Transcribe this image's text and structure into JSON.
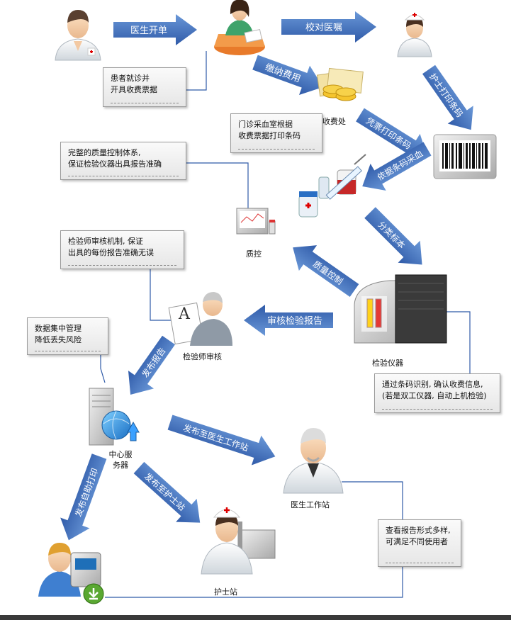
{
  "arrows": {
    "doctor_order": "医生开单",
    "check_order": "校对医嘱",
    "pay_fee": "缴纳费用",
    "nurse_print": "护士打印条码",
    "print_by_receipt": "凭票打印条码",
    "collect_by_barcode": "依据条码采血",
    "classify_specimen": "分类标本",
    "quality_control": "质量控制",
    "review_report": "审核检验报告",
    "publish_report": "发布报告",
    "publish_doctor": "发布至医生工作站",
    "publish_nurse": "发布至护士站",
    "publish_selfprint": "发布自助打印"
  },
  "notes": {
    "patient_visit": "患者就诊并\n开具收费票据",
    "clinic_blood": "门诊采血室根据\n收费票据打印条码",
    "qc_system": "完整的质量控制体系,\n保证检验仪器出具报告准确",
    "reviewer_mechanism": "检验师审核机制, 保证\n出具的每份报告准确无误",
    "centralized": "数据集中管理\n降低丢失风险",
    "barcode_ident": "通过条码识别, 确认收费信息,\n(若是双工仪器, 自动上机检验)",
    "report_forms": "查看报告形式多样,\n可满足不同使用者"
  },
  "labels": {
    "cashier": "收费处",
    "qc": "质控",
    "reviewer": "检验师审核",
    "instrument": "检验仪器",
    "server": "中心服\n务器",
    "doctor_station": "医生工作站",
    "nurse_station": "护士站"
  },
  "colors": {
    "arrow": "#3d6fb8",
    "arrow_light": "#6a98d8",
    "connector": "#2f5aa8",
    "note_border": "#9a9a9a"
  }
}
